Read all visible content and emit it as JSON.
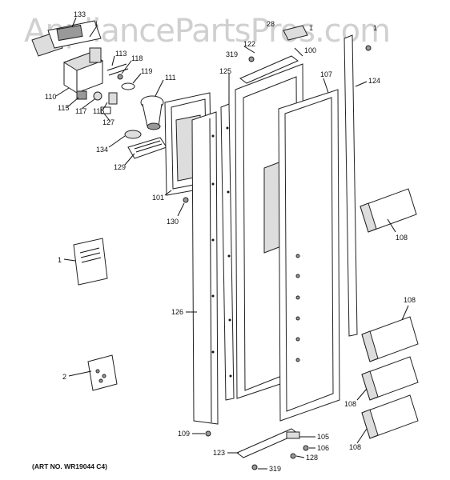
{
  "watermark": "AppliancePartsPros.com",
  "art_no": "(ART NO. WR19044 C4)",
  "labels": {
    "l133": "133",
    "l1_top": "1",
    "l28": "28",
    "l1_mid": "1",
    "l1_right": "1",
    "l122": "122",
    "l319_top": "319",
    "l100": "100",
    "l113": "113",
    "l118": "118",
    "l125": "125",
    "l107": "107",
    "l124": "124",
    "l119": "119",
    "l111": "111",
    "l110": "110",
    "l115": "115",
    "l117": "117",
    "l116": "116",
    "l127": "127",
    "l134": "134",
    "l129": "129",
    "l101": "101",
    "l130": "130",
    "l108_a": "108",
    "l1_left": "1",
    "l126": "126",
    "l108_b": "108",
    "l2": "2",
    "l108_c": "108",
    "l108_d": "108",
    "l109": "109",
    "l105": "105",
    "l106": "106",
    "l128": "128",
    "l123": "123",
    "l319_bot": "319"
  }
}
